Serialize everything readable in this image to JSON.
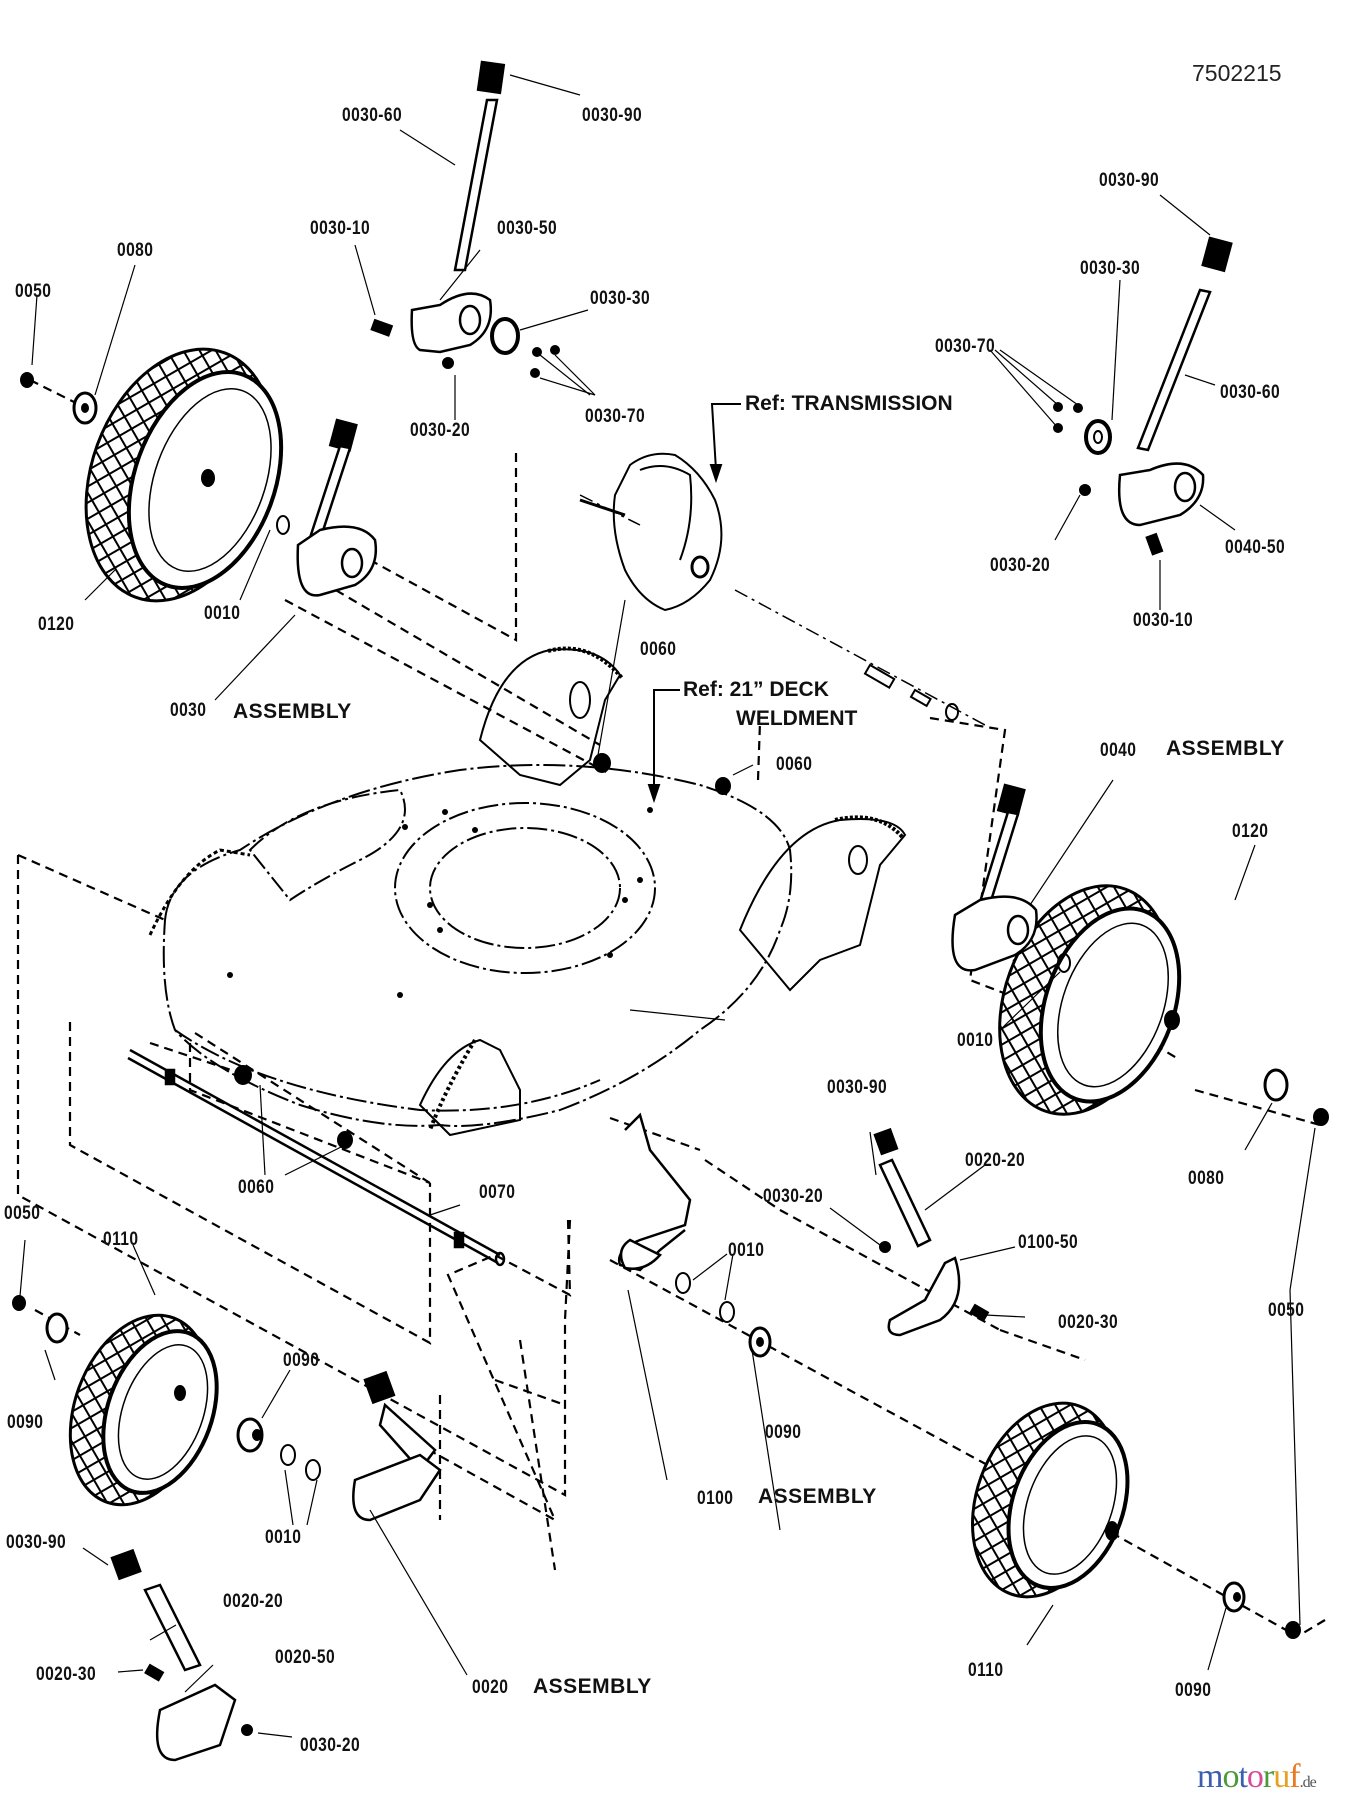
{
  "diagram": {
    "document_number": "7502215",
    "watermark": {
      "text_letters": [
        {
          "ch": "m",
          "color": "#3a5fb0"
        },
        {
          "ch": "o",
          "color": "#4a9a3a"
        },
        {
          "ch": "t",
          "color": "#3a5fb0"
        },
        {
          "ch": "o",
          "color": "#d84a9a"
        },
        {
          "ch": "r",
          "color": "#4a9a3a"
        },
        {
          "ch": "u",
          "color": "#e8a020"
        },
        {
          "ch": "f",
          "color": "#e87a20"
        }
      ],
      "tld": ".de"
    },
    "references": [
      {
        "id": "ref-transmission",
        "text": "Ref: TRANSMISSION"
      },
      {
        "id": "ref-deck-line1",
        "text": "Ref: 21” DECK"
      },
      {
        "id": "ref-deck-line2",
        "text": "WELDMENT"
      }
    ],
    "assemblies": [
      {
        "id": "asm-0030",
        "number": "0030",
        "name": "ASSEMBLY"
      },
      {
        "id": "asm-0040",
        "number": "0040",
        "name": "ASSEMBLY"
      },
      {
        "id": "asm-0100",
        "number": "0100",
        "name": "ASSEMBLY"
      },
      {
        "id": "asm-0020",
        "number": "0020",
        "name": "ASSEMBLY"
      }
    ],
    "part_labels": [
      {
        "id": "p1",
        "text": "0030-90"
      },
      {
        "id": "p2",
        "text": "0030-60"
      },
      {
        "id": "p3",
        "text": "0030-10"
      },
      {
        "id": "p4",
        "text": "0030-50"
      },
      {
        "id": "p5",
        "text": "0030-30"
      },
      {
        "id": "p6",
        "text": "0030-70"
      },
      {
        "id": "p7",
        "text": "0030-20"
      },
      {
        "id": "p8",
        "text": "0080"
      },
      {
        "id": "p9",
        "text": "0050"
      },
      {
        "id": "p10",
        "text": "0120"
      },
      {
        "id": "p11",
        "text": "0010"
      },
      {
        "id": "p12",
        "text": "0030-90"
      },
      {
        "id": "p13",
        "text": "0030-30"
      },
      {
        "id": "p14",
        "text": "0030-70"
      },
      {
        "id": "p15",
        "text": "0030-60"
      },
      {
        "id": "p16",
        "text": "0030-20"
      },
      {
        "id": "p17",
        "text": "0040-50"
      },
      {
        "id": "p18",
        "text": "0030-10"
      },
      {
        "id": "p19",
        "text": "0060"
      },
      {
        "id": "p20",
        "text": "0060"
      },
      {
        "id": "p21",
        "text": "0120"
      },
      {
        "id": "p22",
        "text": "0010"
      },
      {
        "id": "p23",
        "text": "0080"
      },
      {
        "id": "p24",
        "text": "0060"
      },
      {
        "id": "p25",
        "text": "0070"
      },
      {
        "id": "p26",
        "text": "0050"
      },
      {
        "id": "p27",
        "text": "0110"
      },
      {
        "id": "p28",
        "text": "0030-90"
      },
      {
        "id": "p29",
        "text": "0020-20"
      },
      {
        "id": "p30",
        "text": "0030-20"
      },
      {
        "id": "p31",
        "text": "0100-50"
      },
      {
        "id": "p32",
        "text": "0010"
      },
      {
        "id": "p33",
        "text": "0020-30"
      },
      {
        "id": "p34",
        "text": "0050"
      },
      {
        "id": "p35",
        "text": "0090"
      },
      {
        "id": "p36",
        "text": "0090"
      },
      {
        "id": "p37",
        "text": "0090"
      },
      {
        "id": "p38",
        "text": "0010"
      },
      {
        "id": "p39",
        "text": "0030-90"
      },
      {
        "id": "p40",
        "text": "0020-20"
      },
      {
        "id": "p41",
        "text": "0020-30"
      },
      {
        "id": "p42",
        "text": "0020-50"
      },
      {
        "id": "p43",
        "text": "0030-20"
      },
      {
        "id": "p44",
        "text": "0110"
      },
      {
        "id": "p45",
        "text": "0090"
      }
    ]
  }
}
